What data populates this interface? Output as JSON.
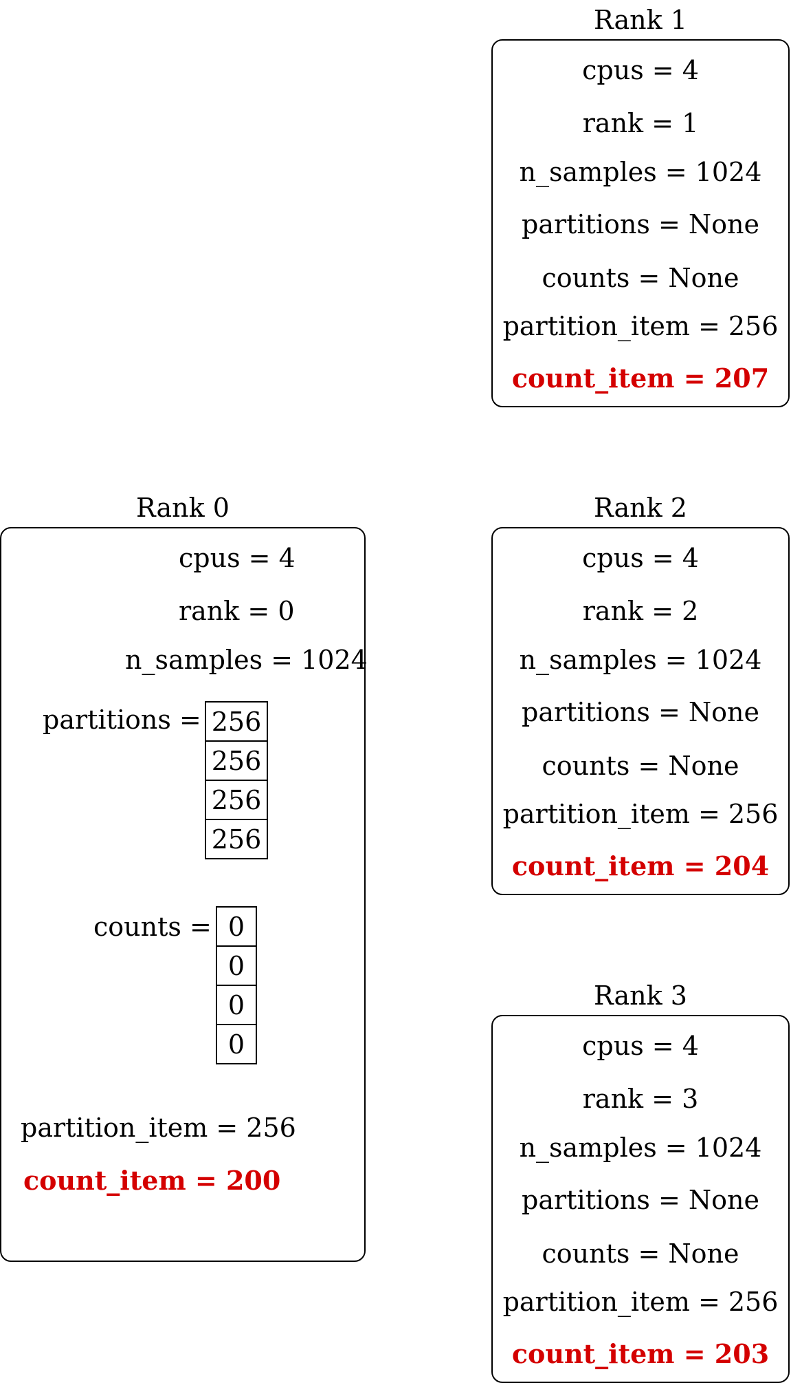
{
  "highlight_color": "#d40000",
  "ranks": [
    {
      "title": "Rank 0",
      "cpus": "cpus = 4",
      "rank": "rank = 0",
      "n_samples": "n_samples = 1024",
      "partitions_label": "partitions =",
      "partitions": [
        "256",
        "256",
        "256",
        "256"
      ],
      "counts_label": "counts =",
      "counts": [
        "0",
        "0",
        "0",
        "0"
      ],
      "partition_item": "partition_item = 256",
      "count_item": "count_item = 200"
    },
    {
      "title": "Rank 1",
      "cpus": "cpus = 4",
      "rank": "rank = 1",
      "n_samples": "n_samples = 1024",
      "partitions": "partitions = None",
      "counts": "counts = None",
      "partition_item": "partition_item = 256",
      "count_item": "count_item = 207"
    },
    {
      "title": "Rank 2",
      "cpus": "cpus = 4",
      "rank": "rank = 2",
      "n_samples": "n_samples = 1024",
      "partitions": "partitions = None",
      "counts": "counts = None",
      "partition_item": "partition_item = 256",
      "count_item": "count_item = 204"
    },
    {
      "title": "Rank 3",
      "cpus": "cpus = 4",
      "rank": "rank = 3",
      "n_samples": "n_samples = 1024",
      "partitions": "partitions = None",
      "counts": "counts = None",
      "partition_item": "partition_item = 256",
      "count_item": "count_item = 203"
    }
  ]
}
